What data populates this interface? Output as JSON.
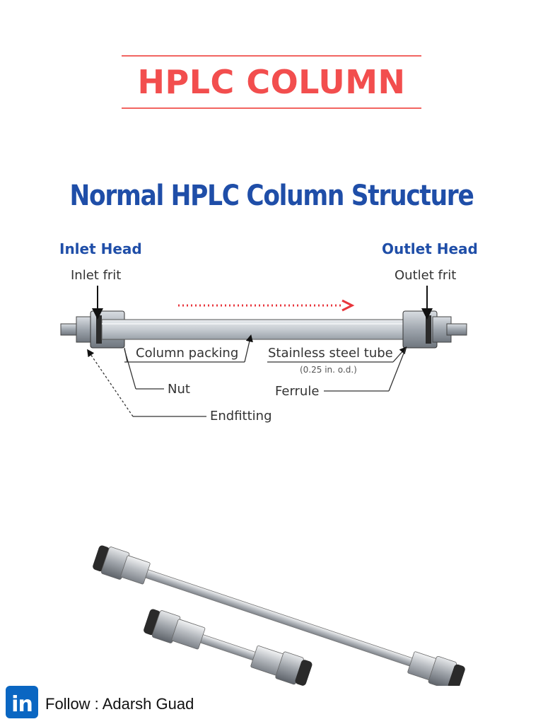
{
  "page_title": "HPLC COLUMN",
  "diagram": {
    "title": "Normal HPLC Column Structure",
    "labels": {
      "inlet_head": "Inlet Head",
      "outlet_head": "Outlet Head",
      "inlet_frit": "Inlet frit",
      "outlet_frit": "Outlet frit",
      "column_packing": "Column packing",
      "stainless_steel_tube": "Stainless steel tube",
      "tube_size": "(0.25 in. o.d.)",
      "nut": "Nut",
      "ferrule": "Ferrule",
      "endfitting": "Endfitting"
    },
    "flow_arrow_color": "#e8363c"
  },
  "footer": {
    "icon": "linkedin-icon",
    "icon_text": "in",
    "text": "Follow : Adarsh Guad"
  },
  "colors": {
    "title_red": "#f24e4e",
    "diagram_blue": "#1f4ea8",
    "linkedin_blue": "#0a66c2"
  }
}
